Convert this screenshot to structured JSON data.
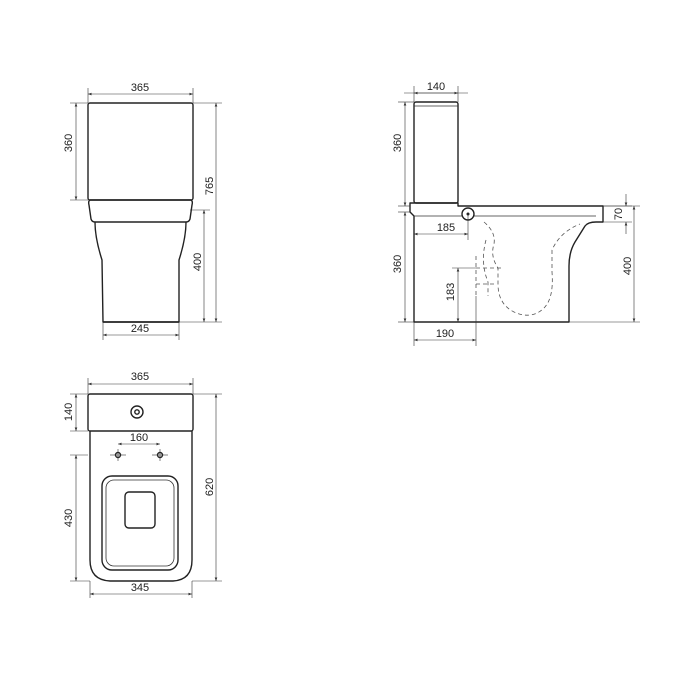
{
  "front_view": {
    "tank_width": "365",
    "tank_height": "360",
    "total_height": "765",
    "bowl_height": "400",
    "base_width": "245"
  },
  "side_view": {
    "tank_depth": "140",
    "tank_height": "360",
    "rim_thickness": "70",
    "inlet_offset": "185",
    "bowl_height_left": "360",
    "bowl_height_right": "400",
    "outlet_height": "183",
    "outlet_offset": "190"
  },
  "top_view": {
    "tank_width": "365",
    "tank_depth": "140",
    "fixing_spacing": "160",
    "total_depth": "620",
    "seat_depth": "430",
    "bowl_width": "345"
  }
}
